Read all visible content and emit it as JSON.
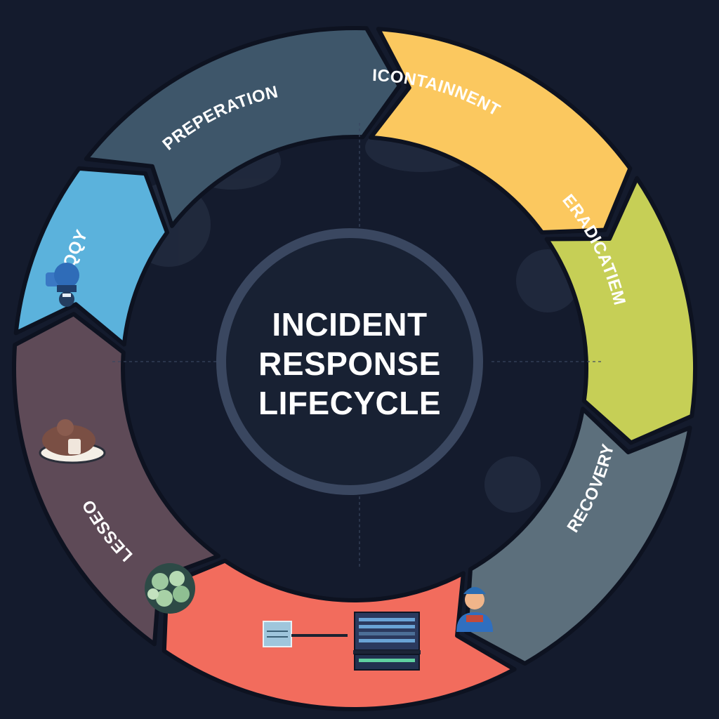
{
  "title": {
    "lines": [
      "INCIDENT",
      "RESPONSE",
      "LIFECYCLE"
    ]
  },
  "segments": [
    {
      "label": "PREPERATION",
      "color": "#3e566a"
    },
    {
      "label": "ICONTAINNENT",
      "color": "#fbc85f"
    },
    {
      "label": "ERADICATIEM",
      "color": "#c6cf56"
    },
    {
      "label": "RECOVERY",
      "color": "#5c6f7c"
    },
    {
      "label": "",
      "color": "#f26c5d"
    },
    {
      "label": "LESSEO",
      "color": "#5e4a57"
    },
    {
      "label": "DQQY",
      "color": "#5bb2dc"
    }
  ],
  "colors": {
    "background": "#141b2d",
    "center_ring": "#3a4760",
    "center_fill": "#182133"
  },
  "icons": [
    "user-hardhat-icon",
    "cloud-shield-icon",
    "virus-icon",
    "document-icon",
    "server-rack-icon",
    "technician-icon"
  ]
}
